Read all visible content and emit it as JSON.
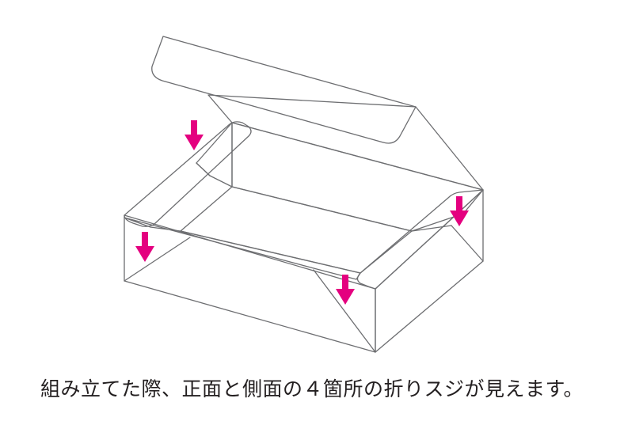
{
  "caption": "組み立てた際、正面と側面の４箇所の折りスジが見えます。",
  "illustration": {
    "subject": "open-lid-box",
    "arrow_count": 4,
    "arrow_targets": [
      "left-dust-flap-fold",
      "front-left-corner-fold",
      "front-right-corner-fold",
      "right-dust-flap-fold"
    ]
  },
  "colors": {
    "arrow": "#e4007f",
    "outline": "#6d6e71",
    "lid_inside": "#d1d3d4",
    "interior_back": "#eeeeef",
    "interior_floor": "#e6e7e8",
    "side_face": "#f1f1f2",
    "front_face": "#ffffff",
    "text": "#231f20"
  }
}
